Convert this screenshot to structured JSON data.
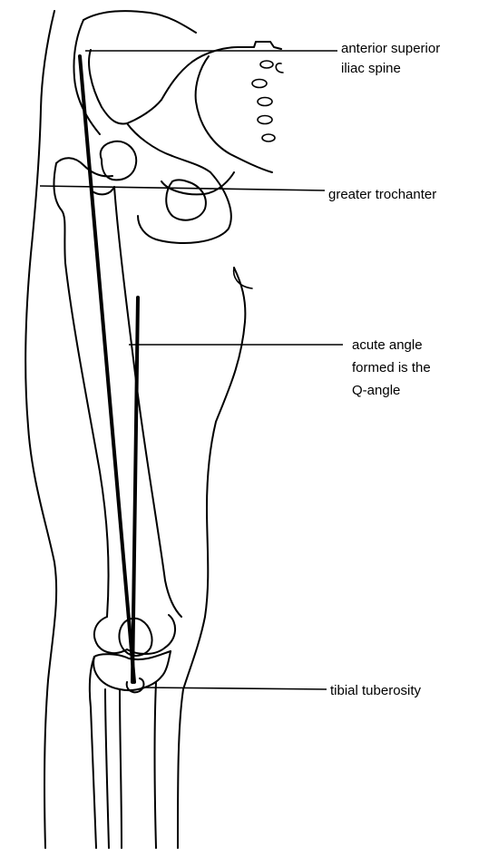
{
  "labels": {
    "asis_line1": "anterior superior",
    "asis_line2": "iliac spine",
    "greater_trochanter": "greater trochanter",
    "qangle_line1": "acute angle",
    "qangle_line2": "formed is the",
    "qangle_line3": "Q-angle",
    "tibial_tuberosity": "tibial tuberosity"
  }
}
